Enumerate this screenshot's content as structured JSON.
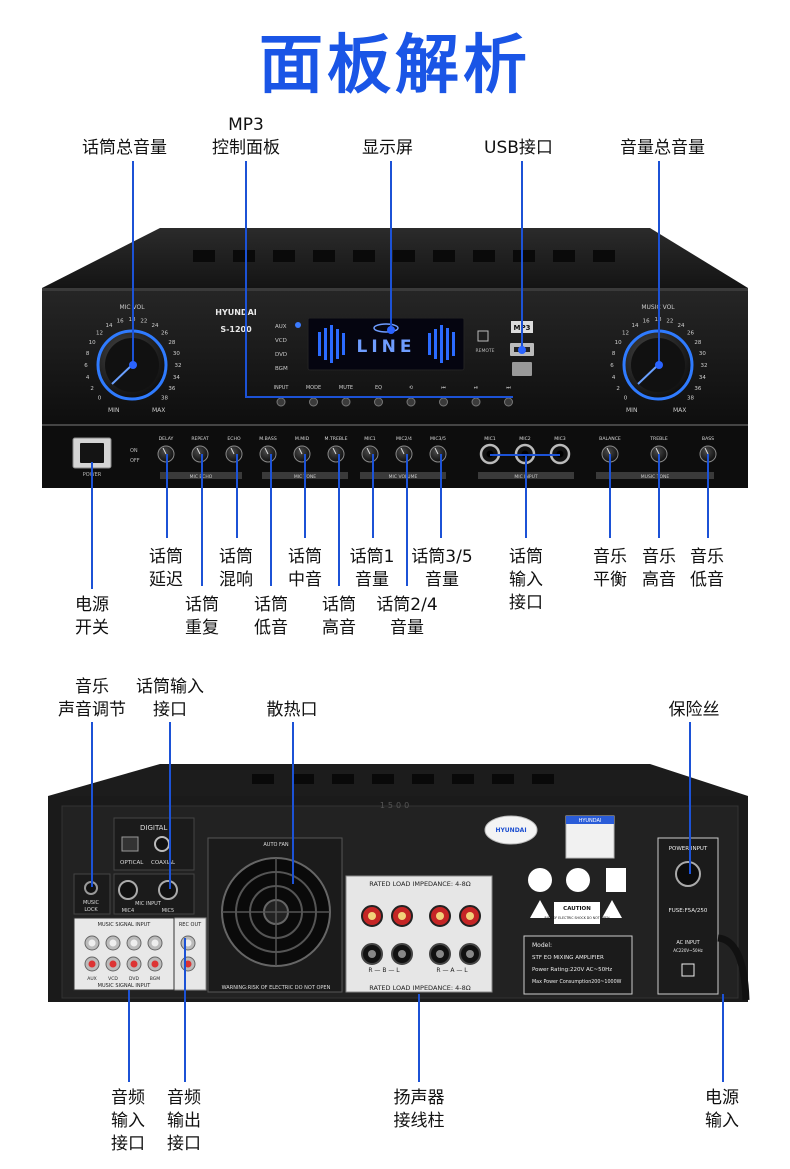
{
  "title": "面板解析",
  "front": {
    "brand": "HYUNDAI",
    "model": "S-1200",
    "mic_vol": "MIC VOL",
    "music_vol": "MUSIC VOL",
    "min": "MIN",
    "max": "MAX",
    "dial_numbers": [
      "0",
      "2",
      "4",
      "6",
      "8",
      "10",
      "12",
      "14",
      "16",
      "18",
      "22",
      "24",
      "26",
      "28",
      "30",
      "32",
      "34",
      "36",
      "38"
    ],
    "sources": [
      "AUX",
      "VCD",
      "DVD",
      "BGM"
    ],
    "display_text": "LINE",
    "mp3_buttons": [
      "INPUT",
      "MODE",
      "MUTE",
      "EQ",
      "⟲",
      "⏮",
      "⏯",
      "⏭"
    ],
    "usb_label": "MP3",
    "remote_label": "REMOTE",
    "power": "POWER",
    "on": "ON",
    "off": "OFF",
    "knobs": [
      "DELAY",
      "REPEAT",
      "ECHO",
      "M.BASS",
      "M.MID",
      "M.TREBLE",
      "MIC1",
      "MIC2/4",
      "MIC3/5"
    ],
    "mic_jacks": [
      "MIC1",
      "MIC2",
      "MIC3"
    ],
    "tone_knobs": [
      "BALANCE",
      "TREBLE",
      "BASS"
    ],
    "sections": [
      "MIC ECHO",
      "MIC TONE",
      "MIC VOLUME",
      "MIC INPUT",
      "MUSIC TONE"
    ]
  },
  "labels_top": {
    "mic_master": "话筒总音量",
    "mp3_a": "MP3",
    "mp3_b": "控制面板",
    "display": "显示屏",
    "usb": "USB接口",
    "music_master": "音量总音量"
  },
  "labels_front_bottom": {
    "power_a": "电源",
    "power_b": "开关",
    "delay_a": "话筒",
    "delay_b": "延迟",
    "repeat_a": "话筒",
    "repeat_b": "重复",
    "echo_a": "话筒",
    "echo_b": "混响",
    "bass_a": "话筒",
    "bass_b": "低音",
    "mid_a": "话筒",
    "mid_b": "中音",
    "treble_a": "话筒",
    "treble_b": "高音",
    "mic1_a": "话筒1",
    "mic1_b": "音量",
    "mic24_a": "话筒2/4",
    "mic24_b": "音量",
    "mic35_a": "话筒3/5",
    "mic35_b": "音量",
    "micin_a": "话筒",
    "micin_b": "输入",
    "micin_c": "接口",
    "bal_a": "音乐",
    "bal_b": "平衡",
    "mtreble_a": "音乐",
    "mtreble_b": "高音",
    "mbass_a": "音乐",
    "mbass_b": "低音"
  },
  "labels_rear_top": {
    "music_adj_a": "音乐",
    "music_adj_b": "声音调节",
    "micport_a": "话筒输入",
    "micport_b": "接口",
    "fan": "散热口",
    "fuse": "保险丝"
  },
  "labels_rear_bottom": {
    "ain_a": "音频",
    "ain_b": "输入",
    "ain_c": "接口",
    "aout_a": "音频",
    "aout_b": "输出",
    "aout_c": "接口",
    "spk_a": "扬声器",
    "spk_b": "接线柱",
    "pin_a": "电源",
    "pin_b": "输入"
  },
  "rear": {
    "digital": "DIGITAL",
    "optical": "OPTICAL",
    "coaxial": "COAXIAL",
    "music_lock_a": "MUSIC",
    "music_lock_b": "LOCK",
    "mic_input": "MIC INPUT",
    "mic4": "MIC4",
    "mic5": "MIC5",
    "music_signal_input": "MUSIC SIGNAL INPUT",
    "rec_out": "REC OUT",
    "rca_labels": [
      "AUX",
      "VCD",
      "DVD",
      "BGM"
    ],
    "auto_fan": "AUTO FAN",
    "warning": "WARNING:RISK OF ELECTRIC DO NOT OPEN",
    "impedance": "RATED LOAD IMPEDANCE: 4-8Ω",
    "rbl": "R — B — L",
    "ral": "R — A — L",
    "caution": "CAUTION",
    "caution_sub": "RISK OF ELECTRIC SHOCK DO NOT OPEN",
    "model": "Model:",
    "mixing": "STF EO MIXING AMPLIFIER",
    "power_rating": "Power Rating:220V AC~50Hz",
    "max_power": "Max Power Consumption200~1000W",
    "power_input": "POWER INPUT",
    "fuse": "FUSE:F5A/250",
    "ac_input": "AC INPUT",
    "ac_spec": "AC220V~50Hz",
    "serial": "1500",
    "sticker": "HYUNDAI"
  }
}
